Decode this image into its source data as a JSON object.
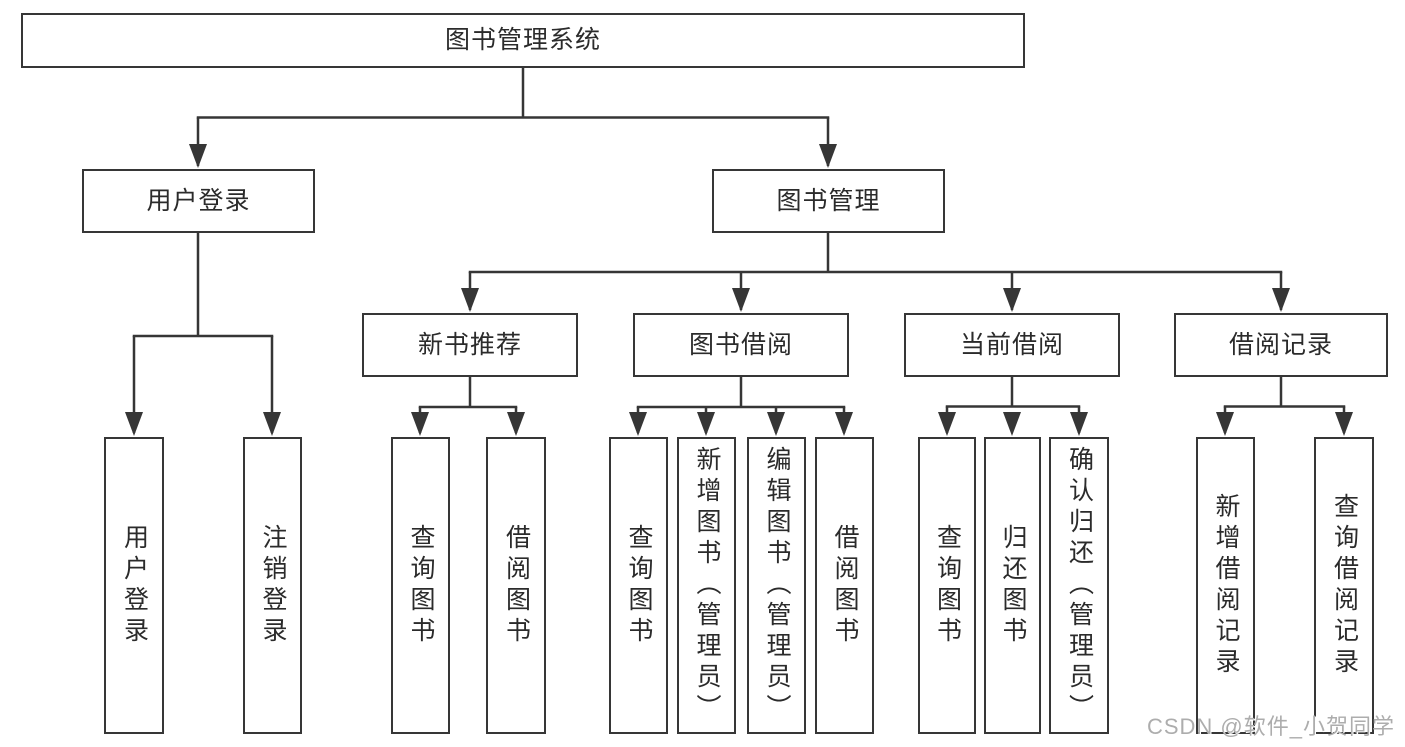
{
  "tree": {
    "root": {
      "label": "图书管理系统"
    },
    "children": [
      {
        "label": "用户登录",
        "children": [
          {
            "label": "用户登录"
          },
          {
            "label": "注销登录"
          }
        ]
      },
      {
        "label": "图书管理",
        "children": [
          {
            "label": "新书推荐",
            "children": [
              {
                "label": "查询图书"
              },
              {
                "label": "借阅图书"
              }
            ]
          },
          {
            "label": "图书借阅",
            "children": [
              {
                "label": "查询图书"
              },
              {
                "label": "新增图书（管理员）"
              },
              {
                "label": "编辑图书（管理员）"
              },
              {
                "label": "借阅图书"
              }
            ]
          },
          {
            "label": "当前借阅",
            "children": [
              {
                "label": "查询图书"
              },
              {
                "label": "归还图书"
              },
              {
                "label": "确认归还（管理员）"
              }
            ]
          },
          {
            "label": "借阅记录",
            "children": [
              {
                "label": "新增借阅记录"
              },
              {
                "label": "查询借阅记录"
              }
            ]
          }
        ]
      }
    ]
  },
  "watermark": {
    "text": "CSDN @软件_小贺同学"
  },
  "colors": {
    "line": "#363636",
    "text": "#2b2b2b",
    "watermark": "#adadad",
    "background": "#ffffff"
  }
}
